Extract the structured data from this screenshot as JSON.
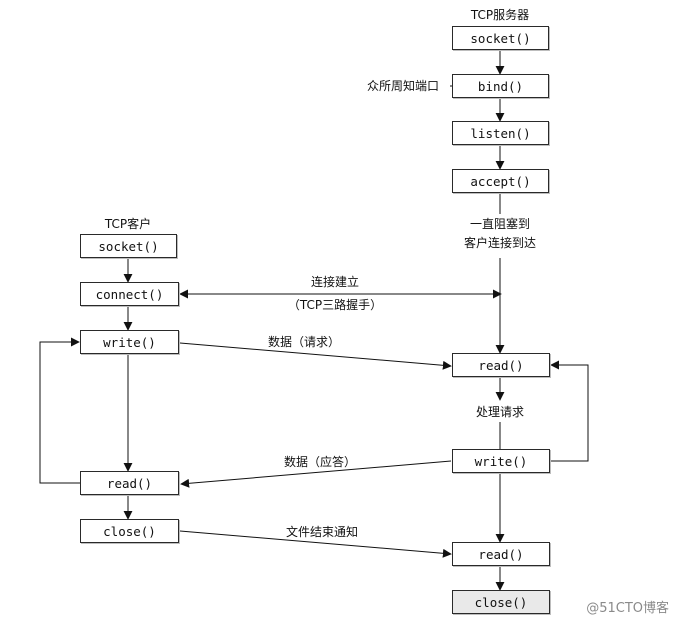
{
  "server": {
    "title": "TCP服务器",
    "socket": "socket()",
    "bind": "bind()",
    "bind_note": "众所周知端口",
    "listen": "listen()",
    "accept": "accept()",
    "block_line1": "一直阻塞到",
    "block_line2": "客户连接到达",
    "read1": "read()",
    "process": "处理请求",
    "write": "write()",
    "read2": "read()",
    "close": "close()"
  },
  "client": {
    "title": "TCP客户",
    "socket": "socket()",
    "connect": "connect()",
    "write": "write()",
    "read": "read()",
    "close": "close()"
  },
  "links": {
    "connect_line1": "连接建立",
    "connect_line2": "（TCP三路握手）",
    "request": "数据（请求）",
    "reply": "数据（应答）",
    "eof": "文件结束通知"
  },
  "watermark": "@51CTO博客"
}
